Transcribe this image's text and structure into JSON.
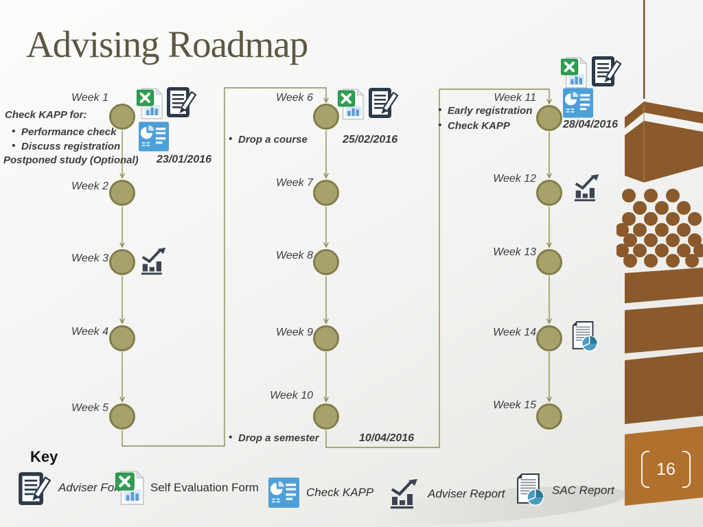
{
  "title": "Advising Roadmap",
  "page_number": "16",
  "key": {
    "heading": "Key",
    "items": [
      {
        "icon": "adviser-form",
        "label": "Adviser Form"
      },
      {
        "icon": "self-evaluation-form",
        "label": "Self Evaluation Form"
      },
      {
        "icon": "check-kapp",
        "label": "Check KAPP"
      },
      {
        "icon": "adviser-report",
        "label": "Adviser Report"
      },
      {
        "icon": "sac-report",
        "label": "SAC Report"
      }
    ]
  },
  "timeline": {
    "columns": [
      {
        "weeks": [
          "Week 1",
          "Week 2",
          "Week 3",
          "Week 4",
          "Week 5"
        ],
        "annotations": {
          "heading": "Check KAPP for:",
          "bullets": [
            "Performance check",
            "Discuss registration"
          ],
          "footer": "Postponed study (Optional)",
          "date": "23/01/2016"
        }
      },
      {
        "weeks": [
          "Week 6",
          "Week 7",
          "Week 8",
          "Week 9",
          "Week 10"
        ],
        "annotations": {
          "top_bullet": "Drop a course",
          "top_date": "25/02/2016",
          "bottom_bullet": "Drop a  semester",
          "bottom_date": "10/04/2016"
        }
      },
      {
        "weeks": [
          "Week 11",
          "Week 12",
          "Week 13",
          "Week 14",
          "Week 15"
        ],
        "annotations": {
          "bullets": [
            "Early registration",
            "Check KAPP"
          ],
          "date": "28/04/2016"
        }
      }
    ],
    "icons": {
      "week_1": [
        "self-evaluation-form",
        "adviser-form",
        "check-kapp"
      ],
      "week_3": [
        "adviser-report"
      ],
      "week_6": [
        "self-evaluation-form",
        "adviser-form"
      ],
      "week_11": [
        "self-evaluation-form",
        "adviser-form",
        "check-kapp"
      ],
      "week_12": [
        "adviser-report"
      ],
      "week_14": [
        "sac-report"
      ]
    }
  },
  "colors": {
    "node_fill": "#a7a16b",
    "node_border": "#827c4b",
    "connector": "#8f8a57",
    "title_text": "#5d5743",
    "body_text": "#3d3d3d",
    "kapp_blue": "#4d9fd8",
    "report_dark": "#3b4450",
    "tower_brown": "#8a5a2c",
    "tower_copper": "#b0712f"
  }
}
